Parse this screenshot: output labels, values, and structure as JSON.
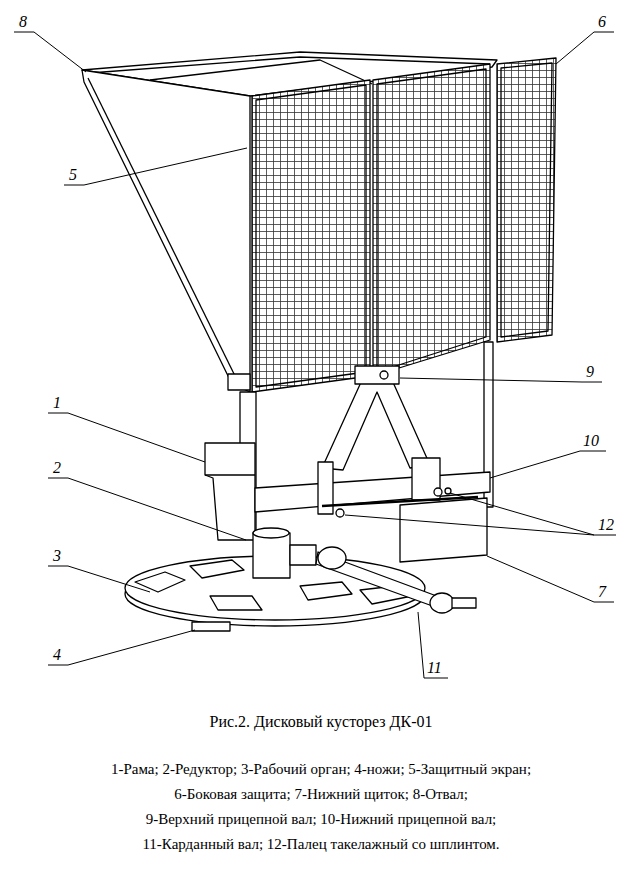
{
  "diagram": {
    "caption": "Рис.2. Дисковый кусторез ДК-01",
    "labels": [
      "1",
      "2",
      "3",
      "4",
      "5",
      "6",
      "7",
      "8",
      "9",
      "10",
      "11",
      "12",
      "1-Рама; 2-Редуктор; 3-Рабочий орган; 4-ножи; 5-Защитный экран;",
      "6-Боковая защита; 7-Нижний щиток; 8-Отвал;",
      "9-Верхний прицепной вал; 10-Нижний прицепной вал;",
      "11-Карданный вал; 12-Палец такелажный со шплинтом."
    ]
  }
}
